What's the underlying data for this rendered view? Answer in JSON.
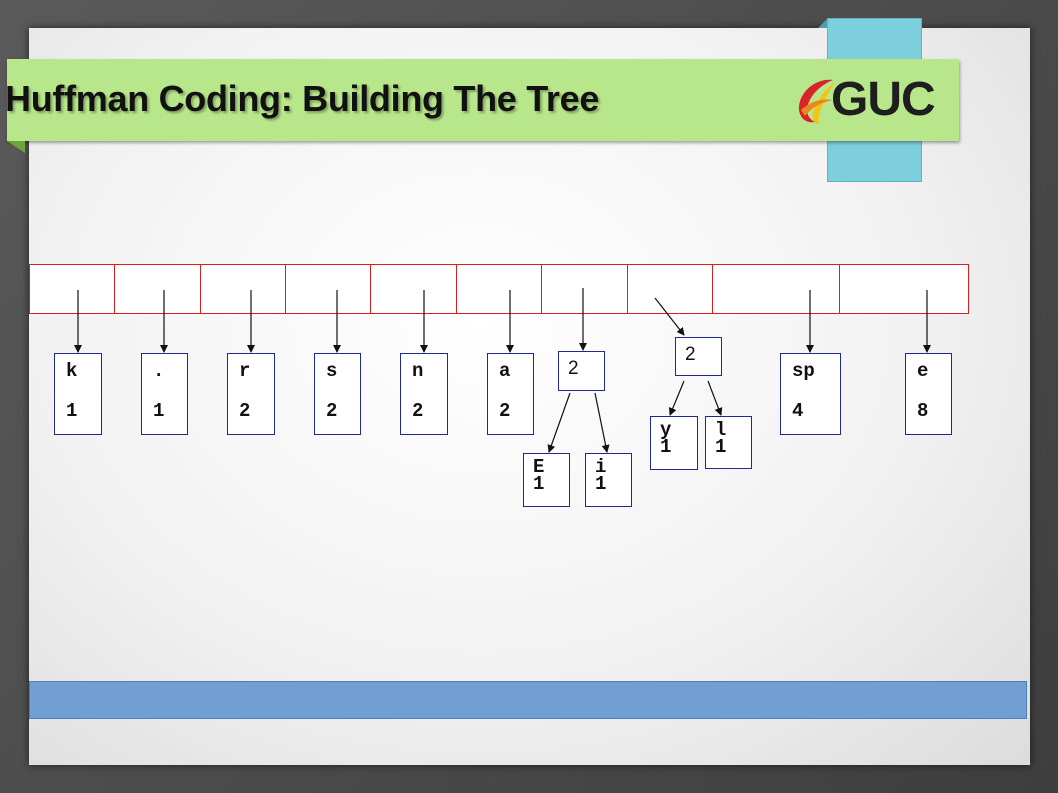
{
  "slide": {
    "title": "Huffman Coding: Building The Tree",
    "logo_text": "GUC",
    "colors": {
      "title_band": "#b8e68a",
      "accent_tab": "#7ecfdc",
      "array_border": "#d82020",
      "node_border": "#1f2a8c",
      "footer_bar": "#729fd2"
    }
  },
  "queue": {
    "cells": 10
  },
  "leaves": [
    {
      "symbol": "k",
      "freq": "1"
    },
    {
      "symbol": ".",
      "freq": "1"
    },
    {
      "symbol": "r",
      "freq": "2"
    },
    {
      "symbol": "s",
      "freq": "2"
    },
    {
      "symbol": "n",
      "freq": "2"
    },
    {
      "symbol": "a",
      "freq": "2"
    },
    {
      "symbol": "sp",
      "freq": "4"
    },
    {
      "symbol": "e",
      "freq": "8"
    }
  ],
  "subtrees": [
    {
      "weight": "2",
      "left": {
        "symbol": "E",
        "freq": "1"
      },
      "right": {
        "symbol": "i",
        "freq": "1"
      }
    },
    {
      "weight": "2",
      "left": {
        "symbol": "y",
        "freq": "1"
      },
      "right": {
        "symbol": "l",
        "freq": "1"
      }
    }
  ]
}
